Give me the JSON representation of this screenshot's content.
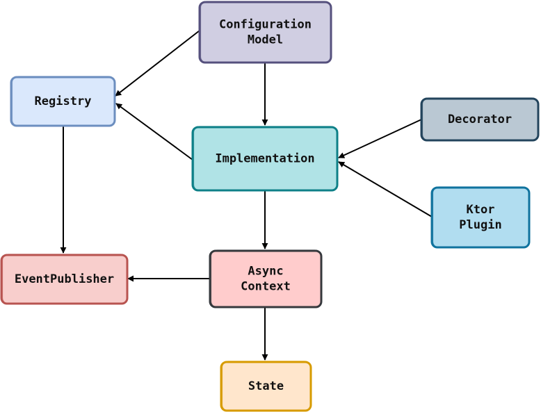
{
  "nodes": {
    "configuration_model": {
      "lines": [
        "Configuration",
        "Model"
      ],
      "fill": "#d0cee2",
      "stroke": "#56517e"
    },
    "registry": {
      "lines": [
        "Registry"
      ],
      "fill": "#dae8fc",
      "stroke": "#6c8ebf"
    },
    "implementation": {
      "lines": [
        "Implementation"
      ],
      "fill": "#b0e3e6",
      "stroke": "#0e8088"
    },
    "decorator": {
      "lines": [
        "Decorator"
      ],
      "fill": "#bac8d3",
      "stroke": "#23445d"
    },
    "ktor_plugin": {
      "lines": [
        "Ktor",
        "Plugin"
      ],
      "fill": "#b1ddf0",
      "stroke": "#10739e"
    },
    "event_publisher": {
      "lines": [
        "EventPublisher"
      ],
      "fill": "#f8cecc",
      "stroke": "#b85450"
    },
    "async_context": {
      "lines": [
        "Async",
        "Context"
      ],
      "fill": "#ffcccc",
      "stroke": "#36393d"
    },
    "state": {
      "lines": [
        "State"
      ],
      "fill": "#ffe6cc",
      "stroke": "#d79b00"
    }
  },
  "edges": [
    {
      "from": "configuration_model",
      "to": "registry"
    },
    {
      "from": "configuration_model",
      "to": "implementation"
    },
    {
      "from": "implementation",
      "to": "registry"
    },
    {
      "from": "decorator",
      "to": "implementation"
    },
    {
      "from": "ktor_plugin",
      "to": "implementation"
    },
    {
      "from": "registry",
      "to": "event_publisher"
    },
    {
      "from": "implementation",
      "to": "async_context"
    },
    {
      "from": "async_context",
      "to": "event_publisher"
    },
    {
      "from": "async_context",
      "to": "state"
    }
  ],
  "edge_color": "#000000"
}
